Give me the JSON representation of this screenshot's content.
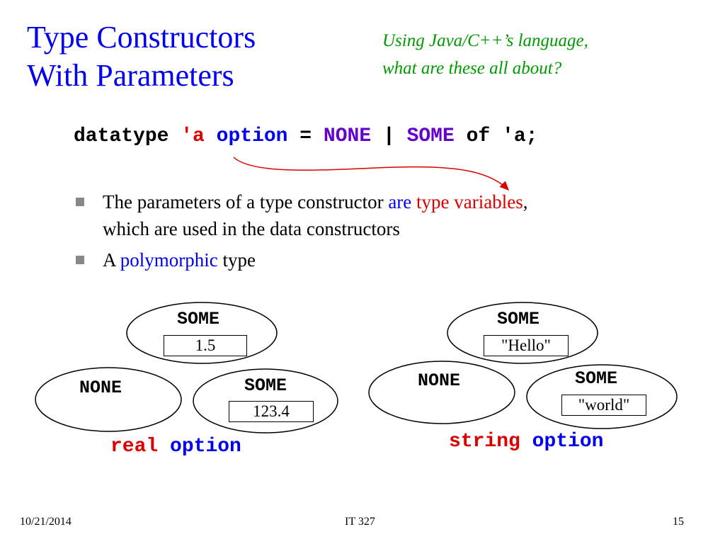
{
  "slide": {
    "title_line1": "Type Constructors",
    "title_line2": "With Parameters",
    "note_line1": "Using Java/C++’s language,",
    "note_line2": "what are these all about?"
  },
  "code": {
    "keyword": "datatype",
    "tyvar": "'a",
    "tyname": "option",
    "eq": "=",
    "con_none": "NONE",
    "bar": "|",
    "con_some": "SOME",
    "of": "of",
    "arg": "'a;"
  },
  "bullets": [
    {
      "pre": "The parameters of a type constructor ",
      "are": "are",
      "sp": " ",
      "tv": "type variables",
      "comma": ",",
      "line2": "which are used in the data constructors"
    },
    {
      "pre": "A ",
      "poly": "polymorphic",
      "post": " type"
    }
  ],
  "real_group": {
    "some_top": "SOME",
    "some_top_value": "1.5",
    "none": "NONE",
    "some_right": "SOME",
    "some_right_value": "123.4",
    "caption_type": "real",
    "caption_option": "option"
  },
  "string_group": {
    "some_top": "SOME",
    "some_top_value": "\"Hello\"",
    "none": "NONE",
    "some_right": "SOME",
    "some_right_value": "\"world\"",
    "caption_type": "string",
    "caption_option": "option"
  },
  "footer": {
    "date": "10/21/2014",
    "course": "IT 327",
    "page": "15"
  },
  "colors": {
    "title": "#0000ee",
    "note": "#009900",
    "emphasis_red": "#dd0000",
    "emphasis_blue": "#0000ee",
    "constructor_purple": "#6600cc"
  }
}
